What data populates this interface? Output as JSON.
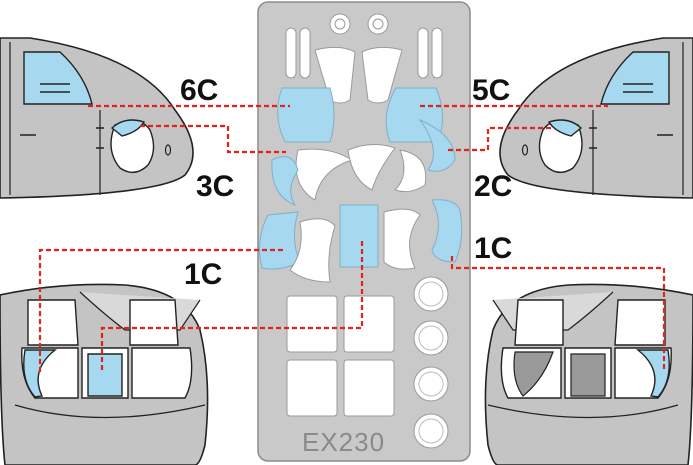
{
  "labels": {
    "label_6c": "6C",
    "label_5c": "5C",
    "label_3c": "3C",
    "label_2c": "2C",
    "label_1c_left": "1C",
    "label_1c_right": "1C"
  },
  "product_code": "EX230",
  "colors": {
    "mask_blue": "#a6d8ef",
    "leader_red": "#e0231b",
    "fret_grey": "#c9c9c9",
    "fuselage_grey": "#c4c4c4"
  }
}
